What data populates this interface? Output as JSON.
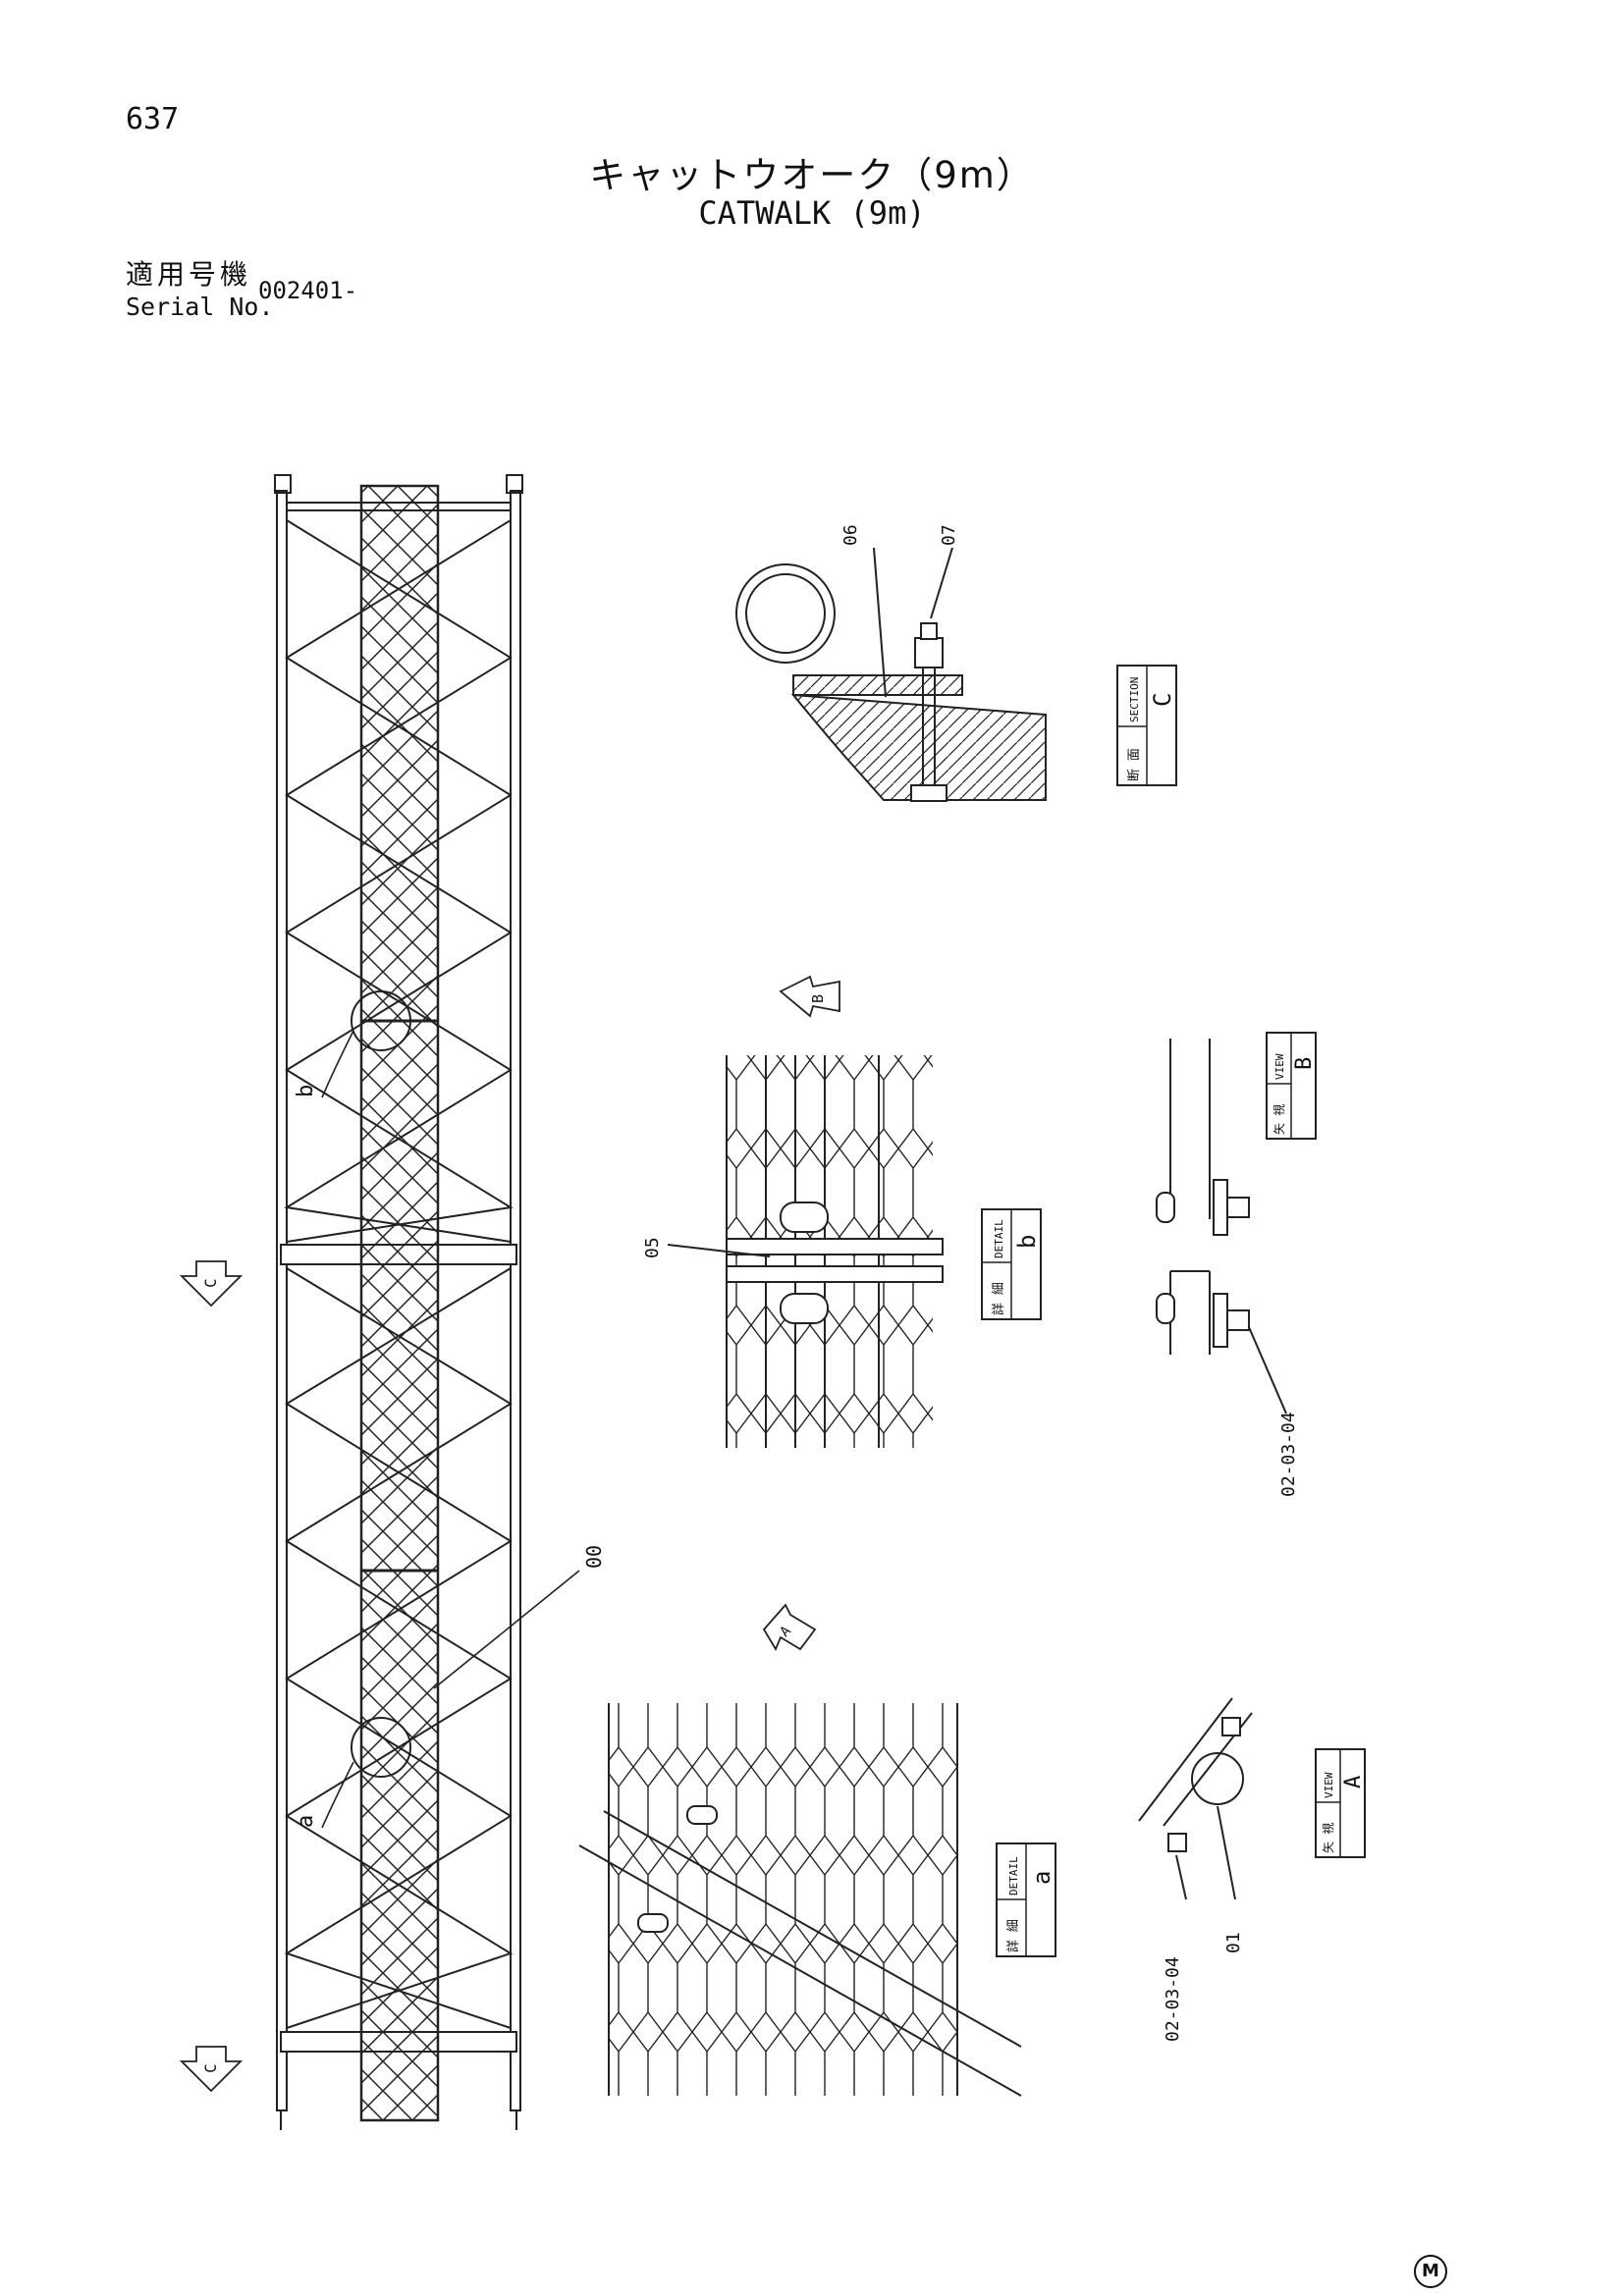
{
  "header": {
    "page_number": "637",
    "title_jp": "キャットウオーク（9m）",
    "title_en": "CATWALK (9m)",
    "serial_label_jp": "適用号機",
    "serial_label_en": "Serial No.",
    "serial_value": "002401-"
  },
  "callouts": {
    "p00": "00",
    "p01": "01",
    "p05": "05",
    "p06": "06",
    "p07": "07",
    "p020304_b": "02-03-04",
    "p020304_a": "02-03-04",
    "detail_a": "a",
    "detail_b": "b"
  },
  "view_arrows": {
    "c_upper": "C",
    "c_lower": "C",
    "b": "B",
    "a": "A"
  },
  "view_labels": {
    "section_c": {
      "jp": "断 面",
      "en": "SECTION",
      "letter": "C"
    },
    "view_b": {
      "jp": "矢 視",
      "en": "VIEW",
      "letter": "B"
    },
    "detail_b": {
      "jp": "詳 細",
      "en": "DETAIL",
      "letter": "b"
    },
    "view_a": {
      "jp": "矢 視",
      "en": "VIEW",
      "letter": "A"
    },
    "detail_a": {
      "jp": "詳 細",
      "en": "DETAIL",
      "letter": "a"
    }
  },
  "footer": {
    "mark": "M"
  }
}
